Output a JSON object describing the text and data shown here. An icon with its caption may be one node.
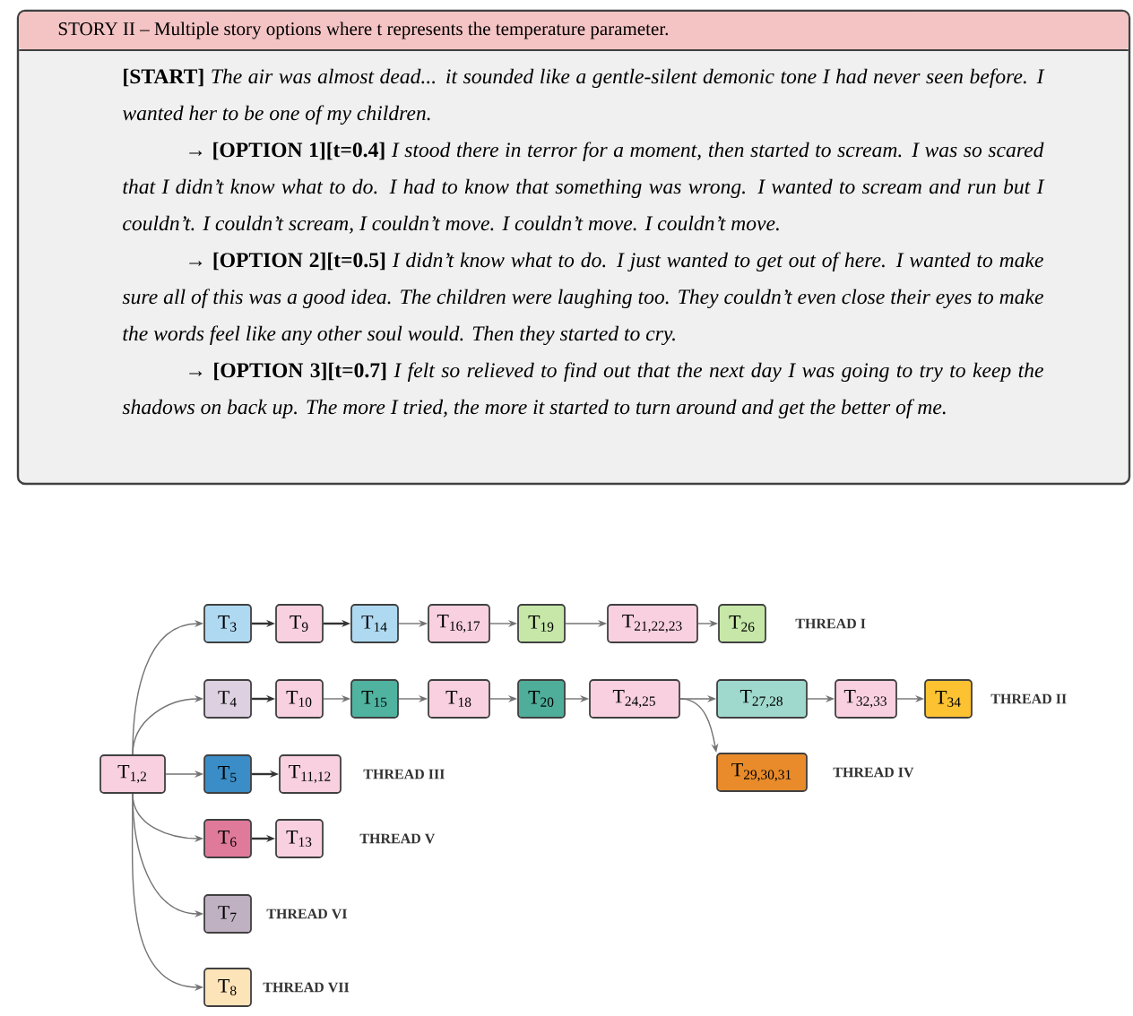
{
  "diagram": {
    "nodes": [
      {
        "text": [
          "STORY II – Multiple story options where t represents the temperature parameter.",
          "**[START]** *The air was almost dead... it sounded like a gentle-silent demonic tone I had never seen before. I wanted her to be one of my children.*",
          "**→ [OPTION 1][t=0.4]** *I stood there in terror for a moment, then started to scream. I was so scared that I didn’t know what to do. I had to know that something was wrong. I wanted to scream and run but I couldn’t. I couldn’t scream, I couldn’t move. I couldn’t move. I couldn’t move.*",
          "**→ [OPTION 2][t=0.5]** *I didn’t know what to do. I just wanted to get out of here. I wanted to make sure all of this was a good idea. The children were laughing too. They couldn’t even close their eyes to make the words feel like any other soul would. Then they started to cry.*",
          "**→ [OPTION 3][t=0.7]** *I felt so relieved to find out that the next day I was going to try to keep the shadows on back up. The more I tried, the more it started to turn around and get the better of me.*"
        ]
      },
      {
        "text": [
          "T$_{1,2}$"
        ]
      },
      {
        "text": [
          "T$_{3}$"
        ]
      },
      {
        "text": [
          "T$_{9}$"
        ]
      },
      {
        "text": [
          "T$_{14}$"
        ]
      },
      {
        "text": [
          "T$_{16,17}$"
        ]
      },
      {
        "text": [
          "T$_{19}$"
        ]
      },
      {
        "text": [
          "T$_{21,22,23}$"
        ]
      },
      {
        "text": [
          "T$_{26}$"
        ],
        "beside": [
          "THREAD I"
        ]
      },
      {
        "text": [
          "T$_{4}$"
        ]
      },
      {
        "text": [
          "T$_{10}$"
        ]
      },
      {
        "text": [
          "T$_{15}$"
        ]
      },
      {
        "text": [
          "T$_{18}$"
        ]
      },
      {
        "text": [
          "T$_{20}$"
        ]
      },
      {
        "text": [
          "T$_{24,25}$"
        ]
      },
      {
        "text": [
          "T$_{27,28}$"
        ]
      },
      {
        "text": [
          "T$_{32,33}$"
        ]
      },
      {
        "text": [
          "T$_{34}$"
        ],
        "beside": [
          "THREAD II"
        ]
      },
      {
        "text": [
          "T$_{29,30,31}$"
        ],
        "beside": [
          "THREAD IV"
        ]
      },
      {
        "text": [
          "T$_{5}$"
        ]
      },
      {
        "text": [
          "T$_{11,12}$"
        ],
        "beside": [
          "THREAD III"
        ]
      },
      {
        "text": [
          "T$_{6}$"
        ]
      },
      {
        "text": [
          "T$_{13}$"
        ],
        "beside": [
          "THREAD V"
        ]
      },
      {
        "text": [
          "T$_{7}$"
        ],
        "beside": [
          "THREAD VI"
        ]
      },
      {
        "text": [
          "T$_{8}$"
        ],
        "beside": [
          "THREAD VII"
        ]
      }
    ],
    "edges": [
      {
        "from": 1,
        "to": 2,
        "arrow": "to"
      },
      {
        "from": 2,
        "to": 3,
        "arrow": "to",
        "color": "#333333"
      },
      {
        "from": 3,
        "to": 4,
        "arrow": "to",
        "color": "#333333"
      },
      {
        "from": 4,
        "to": 5,
        "arrow": "to"
      },
      {
        "from": 5,
        "to": 6,
        "arrow": "to"
      },
      {
        "from": 6,
        "to": 7,
        "arrow": "to"
      },
      {
        "from": 7,
        "to": 8,
        "arrow": "to"
      },
      {
        "from": 1,
        "to": 9,
        "arrow": "to"
      },
      {
        "from": 9,
        "to": 10,
        "arrow": "to",
        "color": "#333333"
      },
      {
        "from": 10,
        "to": 11,
        "arrow": "to"
      },
      {
        "from": 11,
        "to": 12,
        "arrow": "to"
      },
      {
        "from": 12,
        "to": 13,
        "arrow": "to"
      },
      {
        "from": 13,
        "to": 14,
        "arrow": "to"
      },
      {
        "from": 14,
        "to": 15,
        "arrow": "to"
      },
      {
        "from": 15,
        "to": 16,
        "arrow": "to"
      },
      {
        "from": 16,
        "to": 17,
        "arrow": "to"
      },
      {
        "from": 14,
        "to": 18,
        "arrow": "to"
      },
      {
        "from": 1,
        "to": 19,
        "arrow": "to"
      },
      {
        "from": 19,
        "to": 20,
        "arrow": "to",
        "color": "#333333"
      },
      {
        "from": 1,
        "to": 21,
        "arrow": "to"
      },
      {
        "from": 21,
        "to": 22,
        "arrow": "to",
        "color": "#333333"
      },
      {
        "from": 1,
        "to": 23,
        "arrow": "to"
      },
      {
        "from": 1,
        "to": 24,
        "arrow": "to"
      }
    ]
  }
}
